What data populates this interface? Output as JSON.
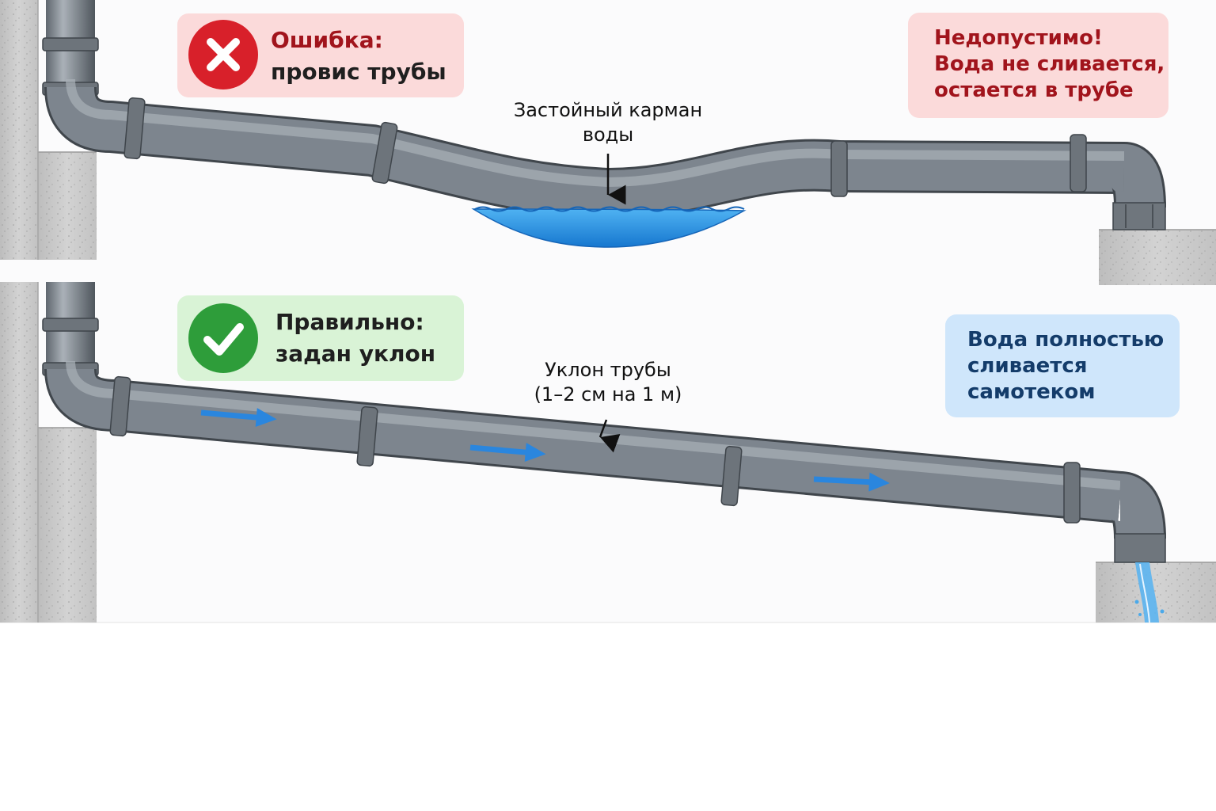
{
  "top_panel": {
    "badge": {
      "line1": "Ошибка:",
      "line2": "провис трубы",
      "icon": "cross-icon",
      "color": "#d8202a",
      "background": "#fbdada"
    },
    "note": {
      "line1": "Недопустимо!",
      "line2": "Вода не сливается,",
      "line3": "остается в трубе",
      "color": "#a1141c",
      "background": "#fbdada"
    },
    "annotation": {
      "line1": "Застойный карман",
      "line2": "воды"
    }
  },
  "bottom_panel": {
    "badge": {
      "line1": "Правильно:",
      "line2": "задан уклон",
      "icon": "check-icon",
      "color": "#2e9d3a",
      "background": "#d9f3d6"
    },
    "note": {
      "line1": "Вода полностью",
      "line2": "сливается",
      "line3": "самотеком",
      "color": "#143c6a",
      "background": "#cfe6fb"
    },
    "annotation": {
      "line1": "Уклон трубы",
      "line2": "(1–2 см на 1 м)"
    }
  },
  "colors": {
    "pipe": "#7d858e",
    "water": "#2f97e4",
    "concrete": "#c7c7c7",
    "flow_arrow": "#2a86de"
  }
}
